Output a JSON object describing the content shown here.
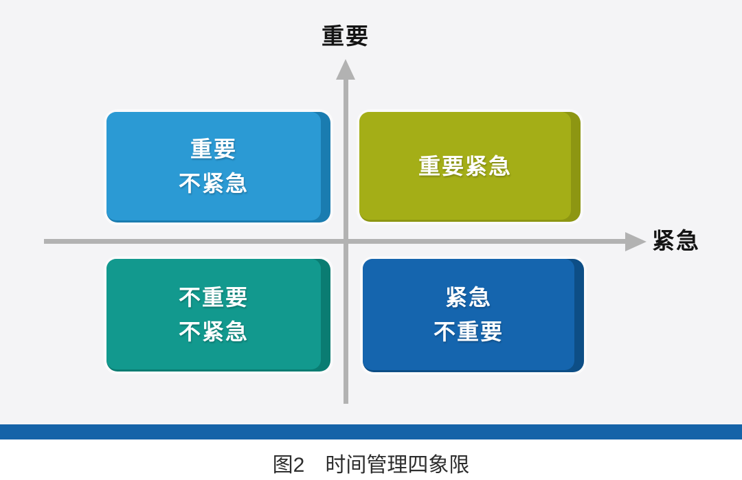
{
  "figure": {
    "caption": "图2　时间管理四象限"
  },
  "axes": {
    "vertical_label": "重要",
    "horizontal_label": "紧急",
    "color": "#b2b2b2"
  },
  "quadrants": [
    {
      "name": "important-not-urgent",
      "lines": [
        "重要",
        "不紧急"
      ],
      "face_color": "#2b9ad4",
      "edge_color": "#1a7cb0"
    },
    {
      "name": "important-urgent",
      "lines": [
        "重要紧急"
      ],
      "face_color": "#a4ae17",
      "edge_color": "#8d9612"
    },
    {
      "name": "not-important-not-urgent",
      "lines": [
        "不重要",
        "不紧急"
      ],
      "face_color": "#12998e",
      "edge_color": "#0a7c72"
    },
    {
      "name": "urgent-not-important",
      "lines": [
        "紧急",
        "不重要"
      ],
      "face_color": "#1565ae",
      "edge_color": "#0d4e86"
    }
  ],
  "divider_bar": {
    "color": "#1563a8"
  },
  "colors": {
    "background": "#f4f4f6",
    "below_bar": "#ffffff",
    "quadrant_text": "#ffffff",
    "axis_label_text": "#141414",
    "caption_text": "#2d2d2d"
  }
}
